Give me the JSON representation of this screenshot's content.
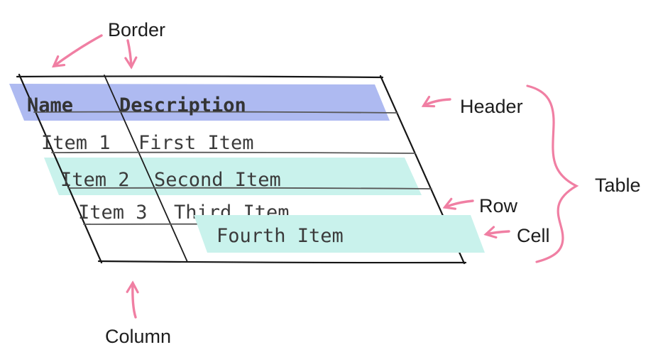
{
  "annotations": {
    "border": "Border",
    "header": "Header",
    "table": "Table",
    "row": "Row",
    "cell": "Cell",
    "column": "Column"
  },
  "table": {
    "columns": [
      "Name",
      "Description"
    ],
    "rows": [
      [
        "Item 1",
        "First Item"
      ],
      [
        "Item 2",
        "Second Item"
      ],
      [
        "Item 3",
        "Third Item"
      ],
      [
        "",
        "Fourth Item"
      ]
    ]
  },
  "colors": {
    "annotation_pink": "#F07FA3",
    "header_highlight": "#AEBAF1",
    "row_highlight": "#C9F2EC",
    "cell_highlight": "#C9F2EC"
  }
}
